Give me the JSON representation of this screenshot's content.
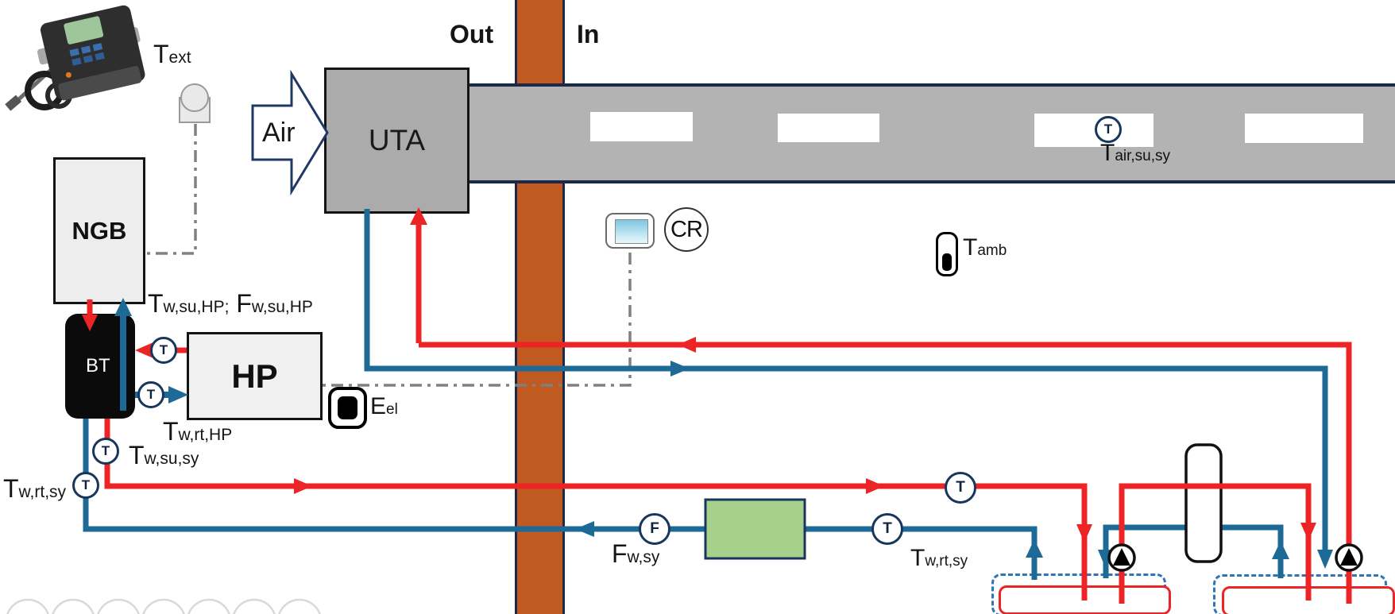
{
  "figure": {
    "type": "hvac-monitoring-schematic",
    "wall_sides": {
      "outside": "Out",
      "inside": "In"
    }
  },
  "labels": {
    "out": "Out",
    "in": "In",
    "air": "Air",
    "uta": "UTA",
    "ngb": "NGB",
    "hp": "HP",
    "bt": "BT",
    "cr": "CR",
    "t_ext": {
      "main": "T",
      "sub": "ext"
    },
    "t_air_su_sy": {
      "main": "T",
      "sub": "air,su,sy"
    },
    "hp_supply_flow": {
      "t": "T",
      "t_sub": "w,su,HP;",
      "f": "F",
      "f_sub": "w,su,HP"
    },
    "t_w_rt_hp": {
      "main": "T",
      "sub": "w,rt,HP"
    },
    "e_el": {
      "main": "E",
      "sub": "el"
    },
    "t_w_su_sy": {
      "main": "T",
      "sub": "w,su,sy"
    },
    "t_w_rt_sy_left": {
      "main": "T",
      "sub": "w,rt,sy"
    },
    "t_amb": {
      "main": "T",
      "sub": "amb"
    },
    "f_w_sy": {
      "main": "F",
      "sub": "w,sy"
    },
    "t_w_rt_sy_right": {
      "main": "T",
      "sub": "w,rt,sy"
    }
  },
  "sensors": {
    "hp_supply_t": "T",
    "hp_return_t": "T",
    "sys_supply_t": "T",
    "sys_return_t": "T",
    "flow_meter_f": "F",
    "sys_return_t2": "T",
    "zone_supply_t": "T",
    "duct_air_t": "T"
  },
  "icons": [
    "flue-gas-analyzer-photo",
    "outdoor-temp-sensor-icon",
    "room-thermostat-icon",
    "electric-meter-icon",
    "ambient-temp-sensor-icon",
    "pump-icon",
    "hydraulic-separator-icon",
    "heat-meter-icon",
    "radiator-icon",
    "air-block-arrow-icon"
  ],
  "colors": {
    "pipe_hot_red": "#ec2426",
    "pipe_cold_blue": "#1e6a96",
    "wall_orange": "#c05a21",
    "duct_gray": "#b3b3b3",
    "uta_gray": "#ababab",
    "navy_outline": "#1b2a4a",
    "heat_meter_green": "#a8d08d",
    "zone_dashed_blue": "#2e75b6",
    "signal_dash_gray": "#808080",
    "box_fill_light": "#ededed"
  }
}
